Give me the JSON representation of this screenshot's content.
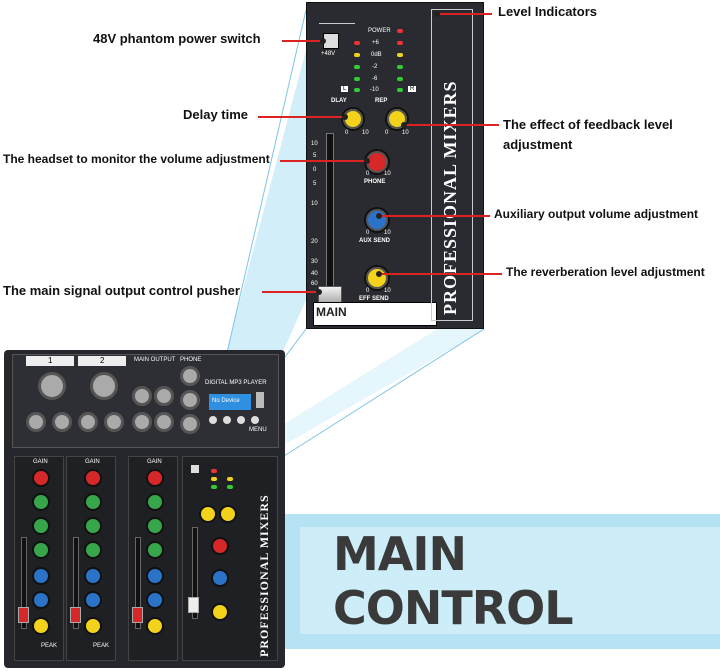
{
  "callouts": {
    "level_indicators": "Level Indicators",
    "phantom": "48V phantom power switch",
    "delay": "Delay time",
    "feedback_line1": "The effect of feedback level",
    "feedback_line2": "adjustment",
    "headset": "The headset to monitor the volume adjustment",
    "aux": "Auxiliary output volume adjustment",
    "reverb": "The reverberation level adjustment",
    "main_pusher": "The main signal output control pusher"
  },
  "panel": {
    "vertical_title": "PROFESSIONAL MIXERS",
    "plus48v": "+48V",
    "meter_labels": [
      "POWER",
      "+6",
      "0dB",
      "-2",
      "-6",
      "-10"
    ],
    "meter_l": "L",
    "meter_r": "R",
    "dlay": "DLAY",
    "rep": "REP",
    "phone": "PHONE",
    "aux_send": "AUX SEND",
    "eff_send": "EFF SEND",
    "main": "MAIN",
    "scale": [
      "10",
      "5",
      "0",
      "5",
      "10",
      "20",
      "30",
      "40",
      "60"
    ],
    "knob_min": "0",
    "knob_max": "10"
  },
  "mixer": {
    "ch1": "1",
    "ch2": "2",
    "main_output": "MAIN OUTPUT",
    "phone": "PHONE",
    "digital_player": "DIGITAL MP3 PLAYER",
    "display": "No Device",
    "menu": "MENU",
    "gain": "GAIN",
    "peak": "PEAK",
    "vertical_title": "PROFESSIONAL MIXERS"
  },
  "banner": {
    "text": "MAIN CONTROL"
  },
  "colors": {
    "accent_line": "#dd2222",
    "banner_bg": "#cdeef8",
    "knob_yellow": "#f2d21a",
    "knob_red": "#d62828",
    "knob_blue": "#2a73c9",
    "knob_green": "#37a64a"
  }
}
